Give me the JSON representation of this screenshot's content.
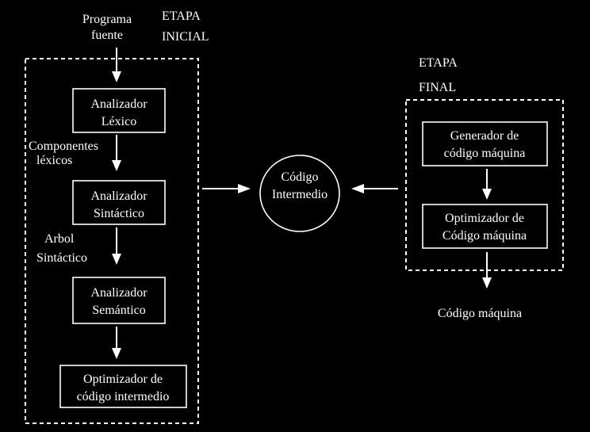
{
  "title": {
    "initial_stage": [
      "ETAPA",
      "INICIAL"
    ],
    "final_stage": [
      "ETAPA",
      "FINAL"
    ]
  },
  "input": [
    "Programa",
    "fuente"
  ],
  "front_end": {
    "lexical": [
      "Analizador",
      "Léxico"
    ],
    "tokens_label": [
      "Componentes",
      "léxicos"
    ],
    "syntactic": [
      "Analizador",
      "Sintáctico"
    ],
    "tree_label": [
      "Arbol",
      "Sintáctico"
    ],
    "semantic": [
      "Analizador",
      "Semántico"
    ],
    "intermediate_optimizer": [
      "Optimizador de",
      "código intermedio"
    ]
  },
  "intermediate_code": [
    "Código",
    "Intermedio"
  ],
  "back_end": {
    "generator": [
      "Generador de",
      "código máquina"
    ],
    "optimizer": [
      "Optimizador de",
      "Código máquina"
    ]
  },
  "output": "Código máquina",
  "colors": {
    "background": "#000000",
    "foreground": "#ffffff"
  }
}
